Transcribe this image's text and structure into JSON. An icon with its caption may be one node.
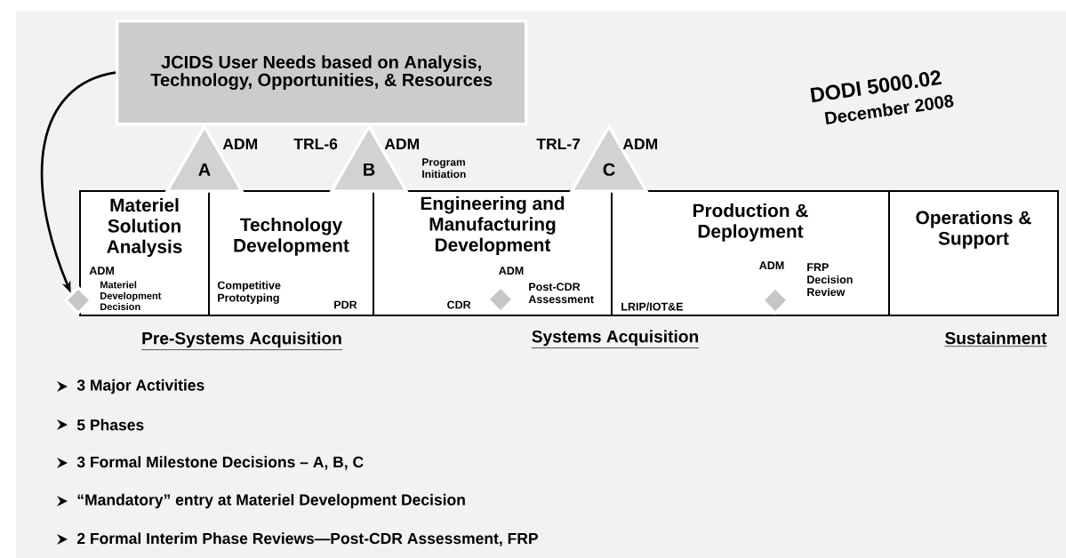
{
  "diagram": {
    "nodes": [
      {
        "text": [
          "JCIDS User Needs based on Analysis, Technology, Opportunities, & Resources"
        ]
      },
      {
        "text": [
          "A"
        ]
      },
      {
        "text": [
          "B"
        ]
      },
      {
        "text": [
          "C"
        ]
      },
      {
        "text": [
          "Materiel Solution Analysis"
        ]
      },
      {
        "text": [
          "Technology Development"
        ]
      },
      {
        "text": [
          "Engineering and Manufacturing Development"
        ]
      },
      {
        "text": [
          "Production & Deployment"
        ]
      },
      {
        "text": [
          "Operations & Support"
        ]
      },
      {
        "text": [],
        "shape": "diamond"
      },
      {
        "text": [],
        "shape": "diamond",
        "in": 6,
        "beside": [
          "ADM",
          "Post-CDR Assessment"
        ]
      },
      {
        "text": [],
        "shape": "diamond",
        "in": 7,
        "beside": [
          "ADM",
          "FRP Decision Review"
        ]
      }
    ],
    "edges": [
      {
        "from": 0,
        "to": 9,
        "arrow": "to"
      }
    ],
    "labels": [
      "ADM",
      "Materiel Development Decision",
      "DODI 5000.02",
      "December 2008",
      "ADM",
      "TRL-6",
      "ADM",
      "TRL-7",
      "ADM",
      "Program Initiation",
      "Competitive Prototyping",
      "PDR",
      "CDR",
      "LRIP/IOT&E",
      "Pre-Systems Acquisition",
      "Systems Acquisition",
      "Sustainment",
      "3 Major Activities",
      "5 Phases",
      "3 Formal Milestone Decisions – A, B, C",
      "“Mandatory” entry at Materiel Development Decision",
      "2 Formal Interim Phase Reviews—Post-CDR Assessment, FRP"
    ]
  }
}
